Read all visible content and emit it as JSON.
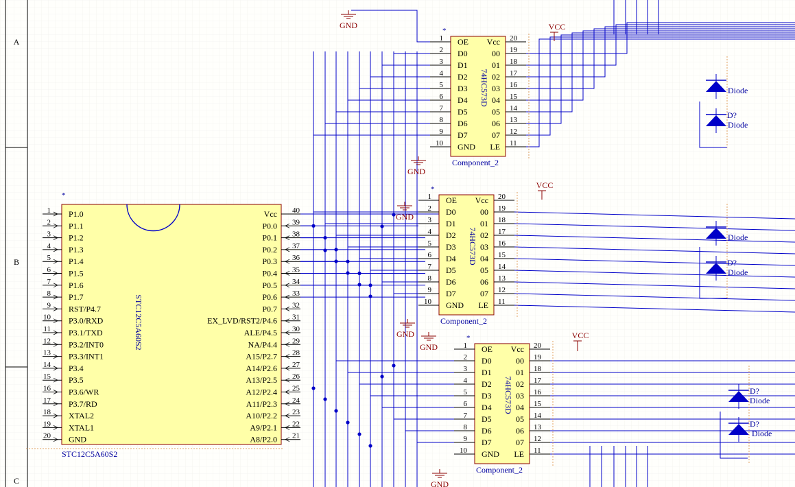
{
  "frame": {
    "zones": [
      "A",
      "B",
      "C"
    ]
  },
  "mcu": {
    "designator": "*",
    "part": "STC12C5A60S2",
    "footer": "STC12C5A60S2",
    "left_pins": [
      {
        "num": "1",
        "name": "P1.0"
      },
      {
        "num": "2",
        "name": "P1.1"
      },
      {
        "num": "3",
        "name": "P1.2"
      },
      {
        "num": "4",
        "name": "P1.3"
      },
      {
        "num": "5",
        "name": "P1.4"
      },
      {
        "num": "6",
        "name": "P1.5"
      },
      {
        "num": "7",
        "name": "P1.6"
      },
      {
        "num": "8",
        "name": "P1.7"
      },
      {
        "num": "9",
        "name": "RST/P4.7"
      },
      {
        "num": "10",
        "name": "P3.0/RXD"
      },
      {
        "num": "11",
        "name": "P3.1/TXD"
      },
      {
        "num": "12",
        "name": "P3.2/INT0"
      },
      {
        "num": "13",
        "name": "P3.3/INT1"
      },
      {
        "num": "14",
        "name": "P3.4"
      },
      {
        "num": "15",
        "name": "P3.5"
      },
      {
        "num": "16",
        "name": "P3.6/WR"
      },
      {
        "num": "17",
        "name": "P3.7/RD"
      },
      {
        "num": "18",
        "name": "XTAL2"
      },
      {
        "num": "19",
        "name": "XTAL1"
      },
      {
        "num": "20",
        "name": "GND"
      }
    ],
    "right_pins": [
      {
        "num": "40",
        "name": "Vcc"
      },
      {
        "num": "39",
        "name": "P0.0"
      },
      {
        "num": "38",
        "name": "P0.1"
      },
      {
        "num": "37",
        "name": "P0.2"
      },
      {
        "num": "36",
        "name": "P0.3"
      },
      {
        "num": "35",
        "name": "P0.4"
      },
      {
        "num": "34",
        "name": "P0.5"
      },
      {
        "num": "33",
        "name": "P0.6"
      },
      {
        "num": "32",
        "name": "P0.7"
      },
      {
        "num": "31",
        "name": "EX_LVD/RST2/P4.6"
      },
      {
        "num": "30",
        "name": "ALE/P4.5"
      },
      {
        "num": "29",
        "name": "NA/P4.4"
      },
      {
        "num": "28",
        "name": "A15/P2.7"
      },
      {
        "num": "27",
        "name": "A14/P2.6"
      },
      {
        "num": "26",
        "name": "A13/P2.5"
      },
      {
        "num": "25",
        "name": "A12/P2.4"
      },
      {
        "num": "24",
        "name": "A11/P2.3"
      },
      {
        "num": "23",
        "name": "A10/P2.2"
      },
      {
        "num": "22",
        "name": "A9/P2.1"
      },
      {
        "num": "21",
        "name": "A8/P2.0"
      }
    ]
  },
  "latch": {
    "designator": "*",
    "part": "74HC573D",
    "footer": "Component_2",
    "left_pins": [
      {
        "num": "1",
        "name": "OE"
      },
      {
        "num": "2",
        "name": "D0"
      },
      {
        "num": "3",
        "name": "D1"
      },
      {
        "num": "4",
        "name": "D2"
      },
      {
        "num": "5",
        "name": "D3"
      },
      {
        "num": "6",
        "name": "D4"
      },
      {
        "num": "7",
        "name": "D5"
      },
      {
        "num": "8",
        "name": "D6"
      },
      {
        "num": "9",
        "name": "D7"
      },
      {
        "num": "10",
        "name": "GND"
      }
    ],
    "right_pins": [
      {
        "num": "20",
        "name": "Vcc"
      },
      {
        "num": "19",
        "name": "00"
      },
      {
        "num": "18",
        "name": "01"
      },
      {
        "num": "17",
        "name": "02"
      },
      {
        "num": "16",
        "name": "03"
      },
      {
        "num": "15",
        "name": "04"
      },
      {
        "num": "14",
        "name": "05"
      },
      {
        "num": "13",
        "name": "06"
      },
      {
        "num": "12",
        "name": "07"
      },
      {
        "num": "11",
        "name": "LE"
      }
    ]
  },
  "power": {
    "vcc": "VCC",
    "gnd": "GND"
  },
  "diodes": [
    {
      "designator": "",
      "comment": "Diode"
    },
    {
      "designator": "D?",
      "comment": "Diode"
    },
    {
      "designator": "",
      "comment": "Diode"
    },
    {
      "designator": "D?",
      "comment": "Diode"
    },
    {
      "designator": "D?",
      "comment": "Diode"
    },
    {
      "designator": "D?",
      "comment": "Diode"
    }
  ],
  "colors": {
    "wire": "#0000c8",
    "body_fill": "#ffffa8",
    "body_stroke": "#8b0000",
    "pin_text": "#000000",
    "power": "#8b0000",
    "label": "#0000a0",
    "sheet_line": "#000000"
  }
}
